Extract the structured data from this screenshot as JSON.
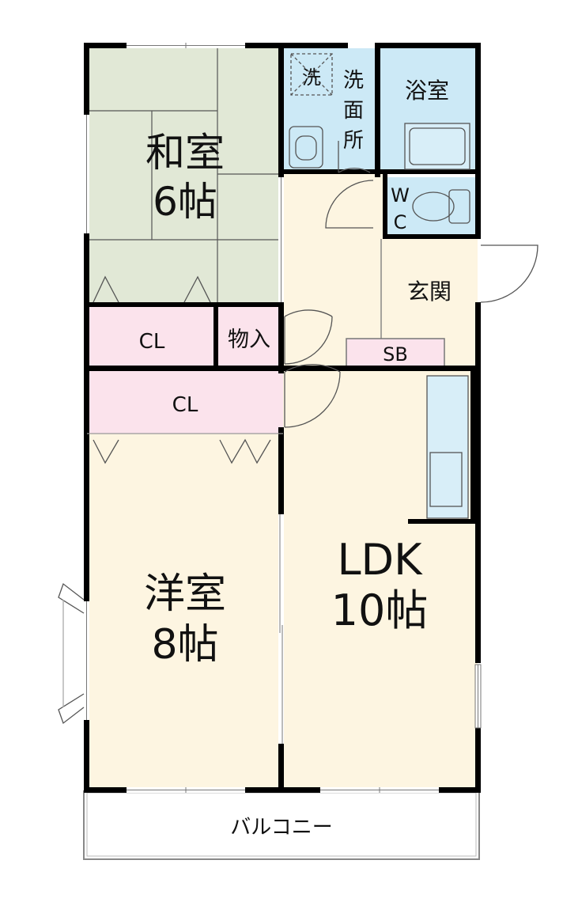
{
  "rooms": {
    "washitsu": {
      "name": "和室",
      "size": "6帖"
    },
    "yoshitsu": {
      "name": "洋室",
      "size": "8帖"
    },
    "ldk": {
      "name": "LDK",
      "size": "10帖"
    },
    "bath": {
      "name": "浴室"
    },
    "washroom": {
      "chars": [
        "洗",
        "面",
        "所"
      ]
    },
    "washer": {
      "name": "洗"
    },
    "wc": {
      "line1": "W",
      "line2": "C"
    },
    "entrance": {
      "name": "玄関"
    },
    "shoe_box": {
      "name": "SB"
    },
    "closet_upper": {
      "name": "CL"
    },
    "closet_lower": {
      "name": "CL"
    },
    "storage": {
      "name": "物入"
    },
    "balcony": {
      "name": "バルコニー"
    }
  },
  "colors": {
    "tatami": "#e1e8d6",
    "wet_area": "#cce9f6",
    "floor": "#fdf5e1",
    "closet": "#fbe3ec",
    "wall": "#000000"
  }
}
